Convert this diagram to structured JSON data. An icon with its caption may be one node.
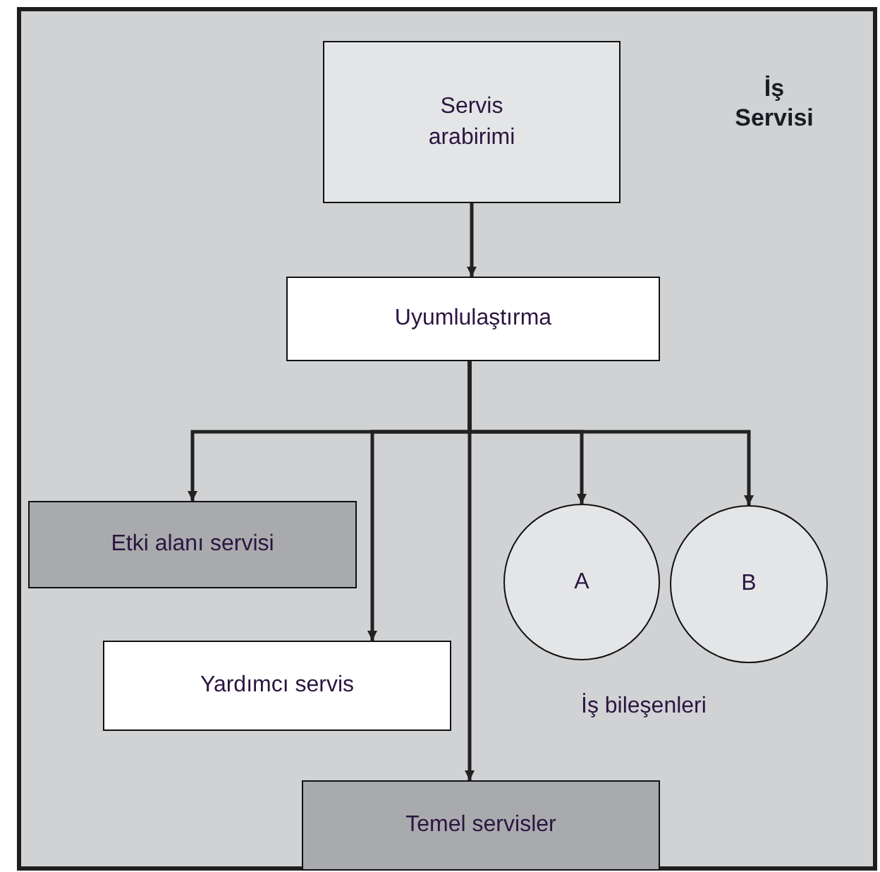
{
  "diagram": {
    "nodes": [
      {
        "text": [
          "İş Servisi"
        ]
      },
      {
        "text": [
          "Servis arabirimi"
        ],
        "in": 0
      },
      {
        "text": [
          "Uyumlulaştırma"
        ],
        "in": 0
      },
      {
        "text": [
          "Etki alanı servisi"
        ],
        "in": 0
      },
      {
        "text": [
          "A"
        ],
        "in": 0
      },
      {
        "text": [
          "B"
        ],
        "in": 0
      },
      {
        "text": [
          "Yardımcı servis"
        ],
        "in": 0
      },
      {
        "text": [
          "Temel servisler"
        ],
        "in": 0
      }
    ],
    "edges": [
      {
        "from": 1,
        "to": 2,
        "arrow": "to"
      },
      {
        "from": 2,
        "to": 3,
        "arrow": "to"
      },
      {
        "from": 2,
        "to": 6,
        "arrow": "to"
      },
      {
        "from": 2,
        "to": 7,
        "arrow": "to"
      },
      {
        "from": 2,
        "to": 4,
        "arrow": "to"
      },
      {
        "from": 2,
        "to": 5,
        "arrow": "to"
      }
    ],
    "labels": [
      "İş bileşenleri"
    ]
  }
}
